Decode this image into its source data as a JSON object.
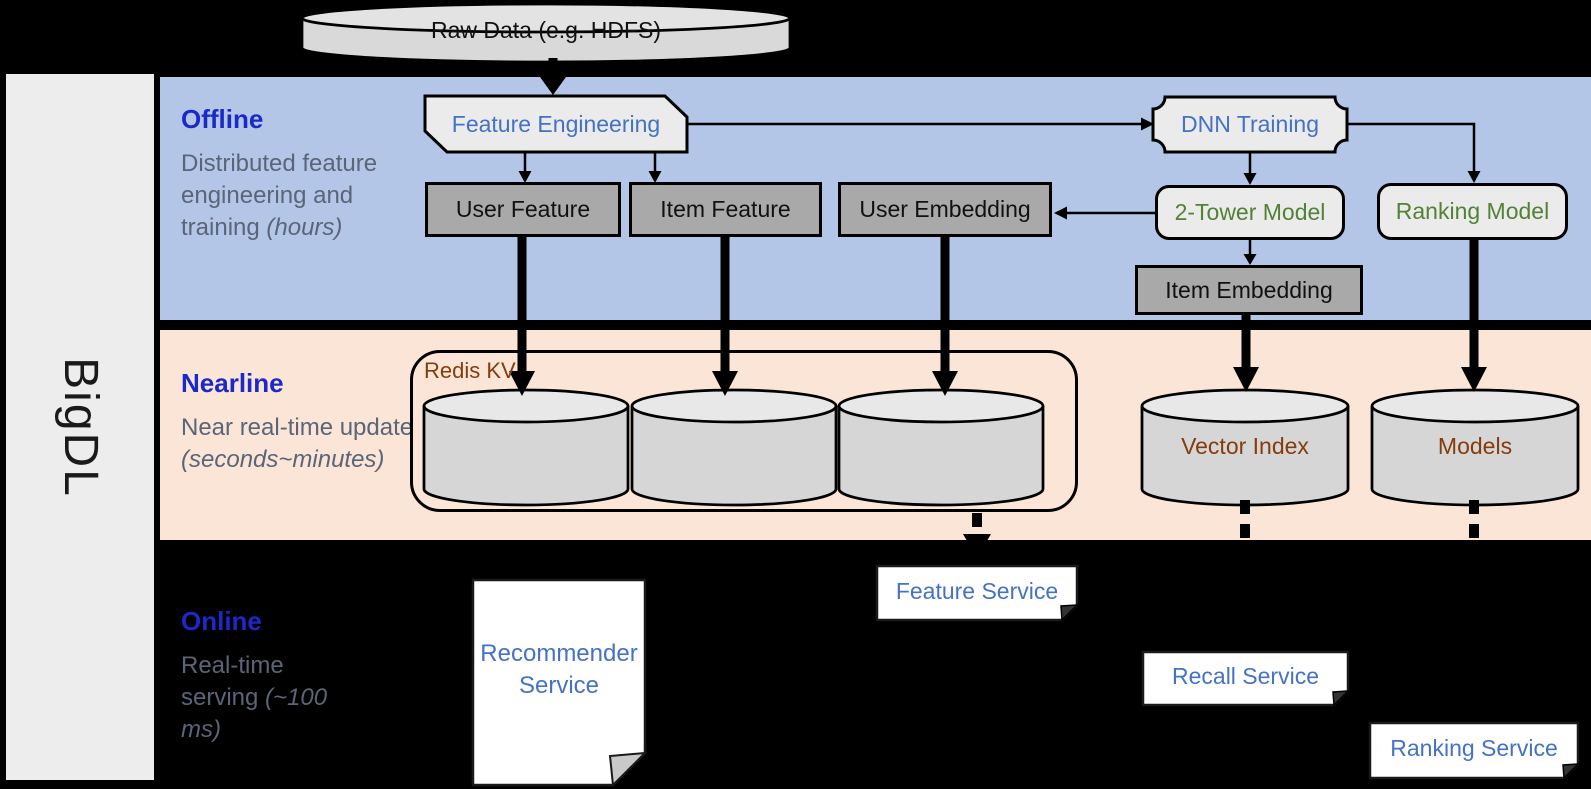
{
  "sidebar": {
    "brand": "BigDL"
  },
  "raw_data": {
    "label": "Raw Data (e.g. HDFS)"
  },
  "bands": {
    "offline": {
      "title": "Offline",
      "subtitle": "Distributed feature engineering and training",
      "subtitle_em": "(hours)"
    },
    "nearline": {
      "title": "Nearline",
      "subtitle": "Near real-time update",
      "subtitle_em": "(seconds~minutes)"
    },
    "online": {
      "title": "Online",
      "subtitle": "Real-time serving",
      "subtitle_em": "(~100 ms)"
    }
  },
  "offline": {
    "feature_engineering": "Feature Engineering",
    "dnn_training": "DNN Training",
    "user_feature": "User Feature",
    "item_feature": "Item Feature",
    "user_embedding": "User Embedding",
    "two_tower_model": "2-Tower Model",
    "ranking_model": "Ranking Model",
    "item_embedding": "Item Embedding"
  },
  "nearline": {
    "redis_kv": "Redis KV",
    "vector_index": "Vector Index",
    "models": "Models"
  },
  "online": {
    "recommender_service": "Recommender Service",
    "feature_service": "Feature Service",
    "recall_service": "Recall Service",
    "ranking_service": "Ranking Service"
  },
  "colors": {
    "band_offline": "#b3c6e7",
    "band_nearline": "#fbe5d6",
    "sidebar_bg": "#ededed",
    "title_blue": "#1b29c9",
    "subtitle_slate": "#5a6578",
    "node_blue": "#4472c4",
    "node_green": "#538135",
    "node_brown": "#843c0c",
    "gray_box": "#a9a9a9",
    "light_shape": "#ebebeb",
    "cylinder_fill": "#d6d6d6",
    "cylinder_top": "#e8e8e8",
    "doc_fill": "#ffffff"
  }
}
